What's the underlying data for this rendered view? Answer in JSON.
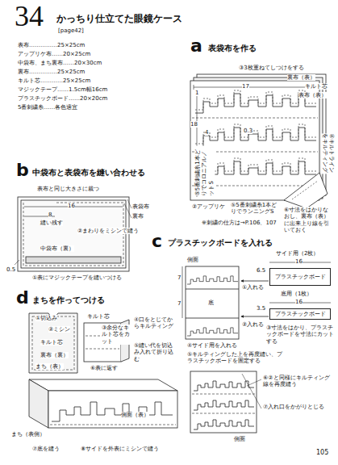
{
  "diagram": {
    "title": "かっちり仕立てた眼鏡ケース",
    "nodes": [
      {
        "text": [
          "プラスチックボード"
        ]
      },
      {
        "text": [
          "プラスチックボード"
        ]
      }
    ],
    "labels": [
      "34",
      "[page42]",
      "表布……………25×25cm",
      "アップリケ布……20×25cm",
      "中袋布、まち裏布……20×30cm",
      "裏布……………25×25cm",
      "キルト芯…………25×25cm",
      "マジックテープ……1.5cm幅16cm",
      "プラスチックボード……20×20cm",
      "5番刺繍糸……各色適宜",
      "a",
      "表袋布を作る",
      "③3枚重ねてしつけをする",
      "裏布（表）",
      "キルト芯",
      "表布（表）",
      "17",
      "1",
      "0.3",
      "4",
      "18",
      "⑤5番刺繍糸1本どりでコロニアルノットS",
      "④キルトラインをキルティング",
      "②アップリケ",
      "⑤5番刺繍糸1本どりでランニングS",
      "⑥寸法をはかりなおし、裏布（表）に出来上り線を引いておく",
      "※刺繍の仕方は→P.106、107",
      "b",
      "中袋布と表袋布を縫い合わせる",
      "表布と同じ大きさに裁つ",
      "16",
      "表袋布",
      "裏布",
      "8",
      "縫い残す",
      "②まわりをミシンで縫う",
      "中袋布（裏）",
      "0.5",
      "①表にマジックテープを縫いつける",
      "c",
      "プラスチックボードを入れる",
      "側面",
      "サイド用（2枚）",
      "16",
      "①入れる",
      "6.5",
      "7",
      "底",
      "7",
      "底用（1枚）",
      "16",
      "②入れる",
      "3.5",
      "③寸法をはかり、プラスチックボードを寸法にカットする",
      "④サイド用を入れる",
      "⑤キルティングした上を再度縫い、プラスチックボードを固定する",
      "⑥②と同様にキルティング線を再度縫う",
      "⑦入れ口をかがりとじる",
      "側面",
      "d",
      "まちを作ってつける",
      "①切込み",
      "②ミシン",
      "キルト芯",
      "裏布（裏）",
      "まち（表）",
      "キルト芯",
      "③余分なキルト芯をカット",
      "④口をとじてからキルティング",
      "⑤縫い代を切込み入れて折り込む",
      "⑥表に返す",
      "まち（表側）",
      "側面（表）",
      "⑦底を縫う",
      "⑧サイドを外表にミシンで縫う",
      "105"
    ]
  }
}
